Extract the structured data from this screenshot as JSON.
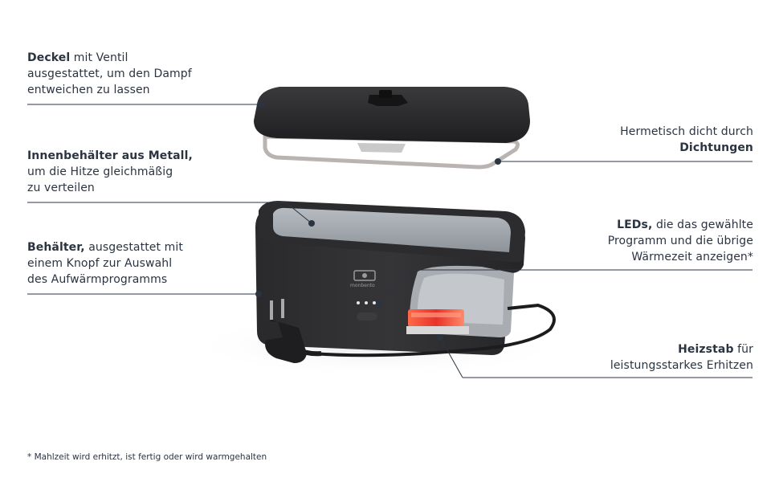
{
  "labels": {
    "deckel": {
      "bold": "Deckel",
      "rest1": " mit Ventil",
      "line2": "ausgestattet, um den Dampf",
      "line3": "entweichen zu lassen"
    },
    "innen": {
      "bold": "Innenbehälter aus Metall,",
      "line2": "um die Hitze gleichmäßig",
      "line3": "zu verteilen"
    },
    "behaelter": {
      "bold": "Behälter,",
      "rest1": " ausgestattet mit",
      "line2": "einem Knopf zur Auswahl",
      "line3": "des Aufwärmprogramms"
    },
    "hermetisch": {
      "line1": "Hermetisch dicht durch",
      "bold": "Dichtungen"
    },
    "leds": {
      "bold": "LEDs,",
      "rest1": " die das gewählte",
      "line2": "Programm und die übrige",
      "line3": "Wärmezeit anzeigen*"
    },
    "heizstab": {
      "bold": "Heizstab",
      "rest1": " für",
      "line2": "leistungsstarkes Erhitzen"
    }
  },
  "brand": "monbento",
  "footnote": "* Mahlzeit wird erhitzt, ist fertig oder wird warmgehalten",
  "colors": {
    "text": "#2b3441",
    "line": "#2b3441",
    "body": "#2e2e30",
    "heater": "#e8322a"
  }
}
